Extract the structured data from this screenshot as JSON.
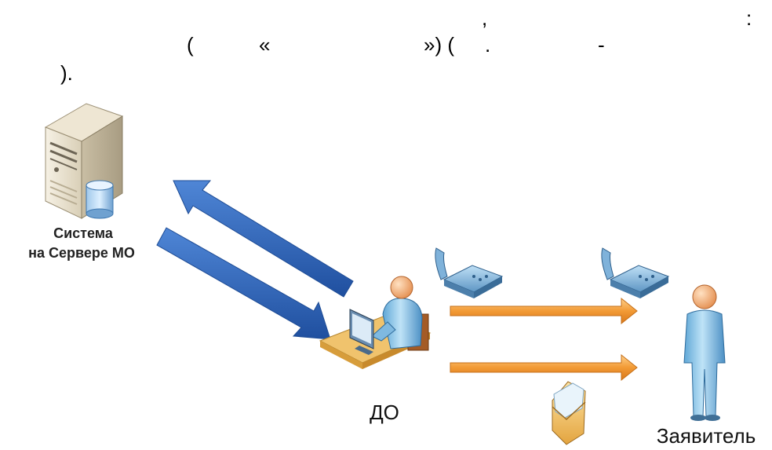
{
  "header_fragments": {
    "comma": ",",
    "colon": ":",
    "line2_paren_open": "(",
    "line2_guillemet_open": "«",
    "line2_guillemet_close_paren": "») (",
    "line2_dot": ".",
    "line2_dash": "-",
    "line3_close": ")."
  },
  "diagram": {
    "server_label_line1": "Система",
    "server_label_line2": "на Сервере МО",
    "operator_label": "ДО",
    "applicant_label": "Заявитель"
  },
  "icons": [
    "server-icon",
    "database-icon",
    "telephone-icon",
    "envelope-icon",
    "operator-workstation-icon",
    "applicant-person-icon"
  ],
  "colors": {
    "blue_arrow": "#2f64b8",
    "orange_arrow": "#f19a3a",
    "desk": "#f0c36d",
    "person_skin": "#f3b27a",
    "person_body": "#8fc6e6"
  }
}
